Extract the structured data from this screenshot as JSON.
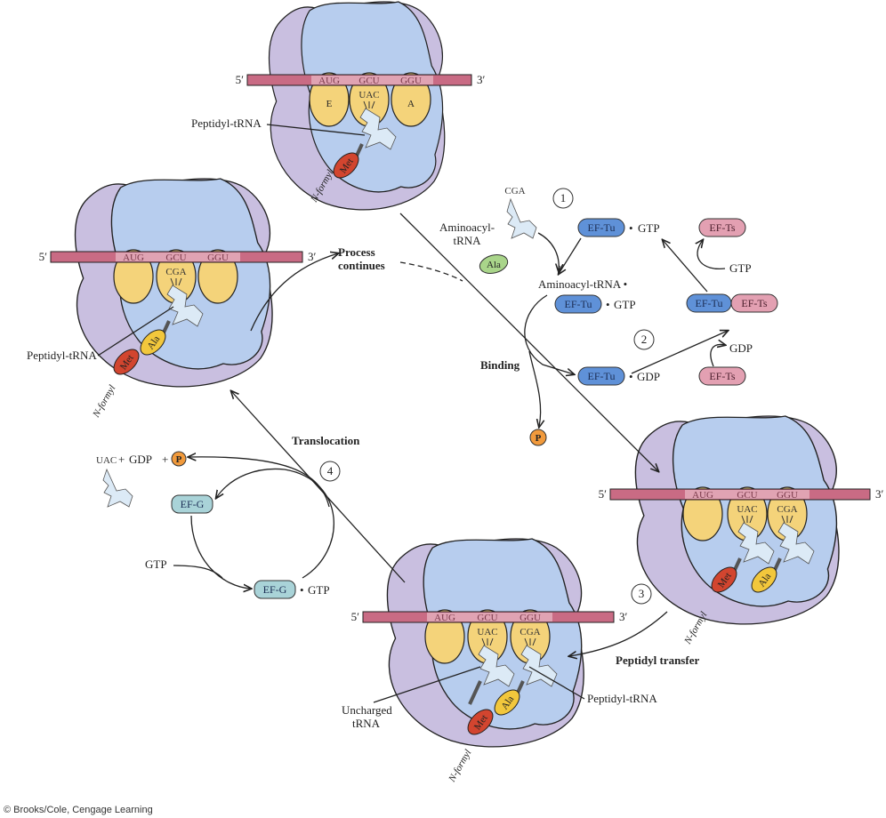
{
  "colors": {
    "large_subunit": "#c9bfe0",
    "small_subunit": "#b7cdee",
    "site": "#f4d37a",
    "mrna": "#c96b84",
    "trna": "#dceaf6",
    "met": "#d2452f",
    "ala_yellow": "#f2c73c",
    "ala_green": "#a9d58a",
    "ef_tu": "#5f91d8",
    "ef_ts": "#e3a0b2",
    "ef_g": "#a9d3d8",
    "phosphate": "#f19a3c"
  },
  "ribosomes": {
    "top": {
      "five": "5′",
      "three": "3′",
      "codons": [
        "AUG",
        "GCU",
        "GGU"
      ],
      "site_labels": [
        "E",
        "",
        "A"
      ],
      "trnas": [
        {
          "site": 1,
          "anticodon": "UAC",
          "chain": [
            "Met"
          ]
        }
      ],
      "formyl": "N-formyl",
      "label": "Peptidyl-tRNA"
    },
    "left": {
      "five": "5′",
      "three": "3′",
      "codons": [
        "AUG",
        "GCU",
        "GGU"
      ],
      "site_labels": [
        "",
        "",
        ""
      ],
      "trnas": [
        {
          "site": 1,
          "anticodon": "CGA",
          "chain": [
            "Ala",
            "Met"
          ]
        }
      ],
      "formyl": "N-formyl",
      "label": "Peptidyl-tRNA"
    },
    "right": {
      "five": "5′",
      "three": "3′",
      "codons": [
        "AUG",
        "GCU",
        "GGU"
      ],
      "site_labels": [
        "",
        "",
        ""
      ],
      "trnas": [
        {
          "site": 1,
          "anticodon": "UAC",
          "chain": [
            "Met"
          ]
        },
        {
          "site": 2,
          "anticodon": "CGA",
          "chain": [
            "Ala"
          ]
        }
      ],
      "formyl": "N-formyl"
    },
    "bottom": {
      "five": "5′",
      "three": "3′",
      "codons": [
        "AUG",
        "GCU",
        "GGU"
      ],
      "site_labels": [
        "",
        "",
        ""
      ],
      "trnas": [
        {
          "site": 1,
          "anticodon": "UAC",
          "chain": []
        },
        {
          "site": 2,
          "anticodon": "CGA",
          "chain": [
            "Ala",
            "Met"
          ]
        }
      ],
      "formyl": "N-formyl",
      "label_uncharged": "Uncharged tRNA",
      "label_peptidyl": "Peptidyl-tRNA"
    }
  },
  "steps": {
    "binding": {
      "number": "1",
      "label": "Binding"
    },
    "ef_recycle": {
      "number": "2"
    },
    "peptidyl_transfer": {
      "number": "3",
      "label": "Peptidyl transfer"
    },
    "translocation": {
      "number": "4",
      "label": "Translocation"
    },
    "process_continues": "Process continues"
  },
  "elongation_factors": {
    "aminoacyl_trna": {
      "label": "Aminoacyl-tRNA",
      "anticodon": "CGA",
      "amino_acid": "Ala"
    },
    "ef_tu": "EF-Tu",
    "ef_ts": "EF-Ts",
    "ef_g": "EF-G",
    "gtp": "GTP",
    "gdp": "GDP",
    "bullet": "•",
    "ternary_complex_label": "Aminoacyl-tRNA •",
    "phosphate": "P"
  },
  "translocation_products": {
    "uac": "UAC",
    "plus": "+",
    "gdp": "GDP",
    "phosphate": "P"
  },
  "copyright": "© Brooks/Cole, Cengage Learning"
}
